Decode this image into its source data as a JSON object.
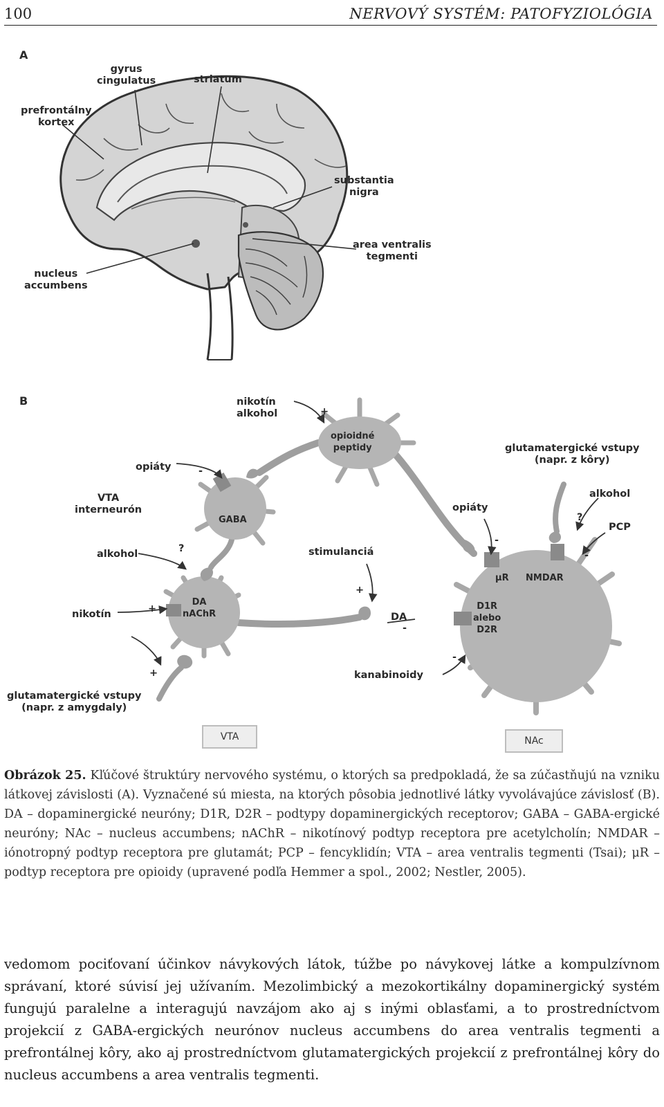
{
  "header": {
    "page_number": "100",
    "running_title": "NERVOVÝ SYSTÉM: PATOFYZIOLÓGIA"
  },
  "figure": {
    "panel_a": {
      "letter": "A",
      "labels": {
        "gyrus": "gyrus\ncingulatus",
        "striatum": "striatum",
        "prefrontal": "prefrontálny\nkortex",
        "substantia": "substantia\nnigra",
        "vta": "area ventralis\ntegmenti",
        "accumbens": "nucleus\naccumbens"
      }
    },
    "panel_b": {
      "letter": "B",
      "labels": {
        "nikotin_alkohol": "nikotín\nalkohol",
        "opioid": "opioidné\npeptidy",
        "glut_cortex": "glutamatergické vstupy\n(napr. z kôry)",
        "opiaty1": "opiáty",
        "vta_inter": "VTA\ninterneurón",
        "gaba": "GABA",
        "alkohol1": "alkohol",
        "stimulancia": "stimulanciá",
        "opiaty2": "opiáty",
        "alkohol2": "alkohol",
        "pcp": "PCP",
        "nikotin": "nikotín",
        "da_neuron": "DA\nnAChR",
        "da_release": "DA",
        "mur": "μR",
        "nmdar": "NMDAR",
        "d1d2": "D1R\nalebo\nD2R",
        "kanabinoidy": "kanabinoidy",
        "glut_amyg": "glutamatergické vstupy\n(napr. z amygdaly)",
        "vta_box": "VTA",
        "nac_box": "NAc"
      },
      "signs": [
        "+",
        "-",
        "?",
        "+",
        "+",
        "-",
        "?",
        "-",
        "-",
        "+",
        "-"
      ]
    },
    "caption": {
      "label": "Obrázok 25.",
      "text": "Kľúčové štruktúry nervového systému, o ktorých sa predpokladá, že sa zúčastňujú na vzniku látkovej závislosti (A). Vyznačené sú miesta, na ktorých pôsobia jednotlivé látky vyvolávajúce závislosť (B). DA – dopaminergické neuróny; D1R, D2R – podtypy dopaminergických receptorov; GABA – GABA-ergické neuróny; NAc – nucleus accumbens; nAChR – nikotínový podtyp receptora pre acetylcholín; NMDAR – iónotropný podtyp receptora pre glutamát; PCP – fencyklidín; VTA – area ventralis tegmenti (Tsai); μR – podtyp receptora pre opioidy (upravené podľa Hemmer a spol., 2002; Nestler, 2005)."
    }
  },
  "body": {
    "text": "vedomom pociťovaní účinkov návykových látok, túžbe po návykovej látke a kompulzívnom správaní, ktoré súvisí jej užívaním. Mezolimbický a mezokortikálny dopaminergický systém fungujú paralelne a interagujú navzájom ako aj s inými oblasťami, a to prostredníctvom projekcií z GABA-ergických neurónov nucleus accumbens do area ventralis tegmenti a prefrontálnej kôry, ako aj prostredníctvom glutamatergických projekcií z prefrontálnej kôry do nucleus accumbens a area ventralis tegmenti."
  },
  "colors": {
    "neuron_fill": "#b5b5b5",
    "brain_fill": "#d4d4d4",
    "brain_line": "#333333",
    "box_fill": "#eeeeee"
  }
}
